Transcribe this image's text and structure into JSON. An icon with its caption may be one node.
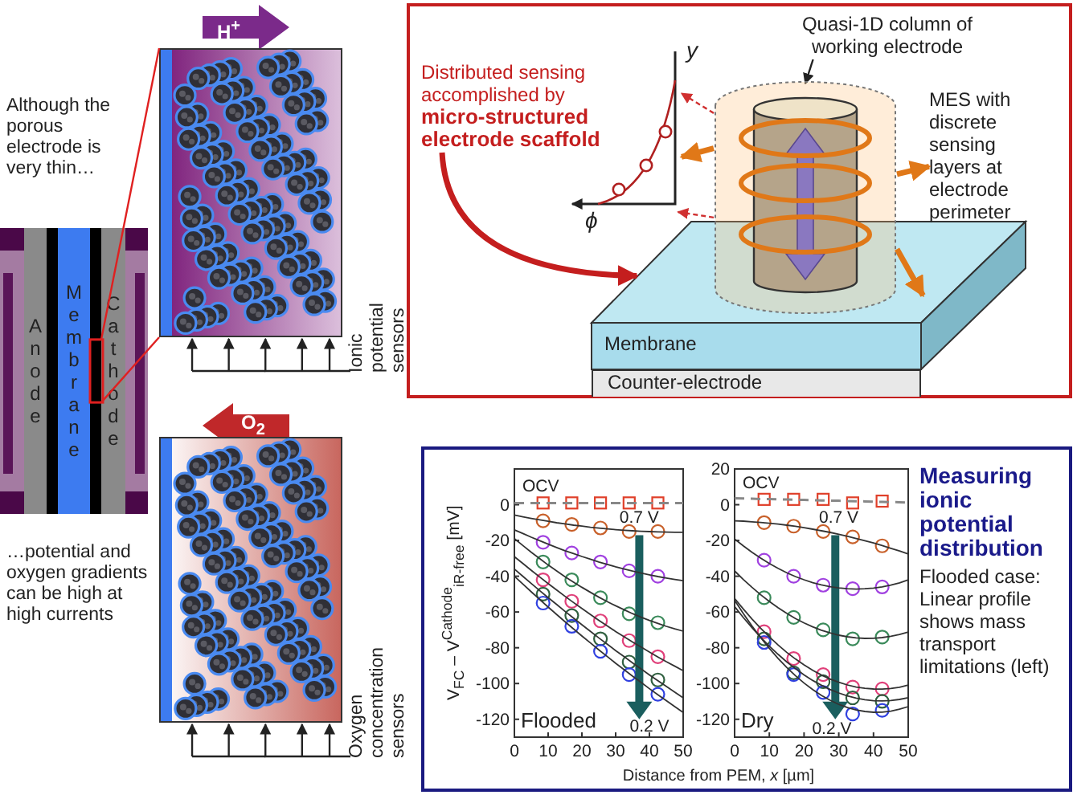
{
  "diagram": {
    "nodes": [
      {
        "text": [
          "Anode"
        ]
      },
      {
        "text": [
          "Membrane"
        ]
      },
      {
        "text": [
          "Cathode"
        ]
      },
      {
        "text": [],
        "shape": "picture"
      },
      {
        "text": [
          "Ionic potential sensors"
        ]
      },
      {
        "text": [],
        "shape": "picture"
      },
      {
        "text": [
          "Oxygen concentration sensors"
        ]
      },
      {
        "text": [
          "Distributed sensing accomplished by **micro-structured electrode scaffold**"
        ]
      },
      {
        "text": [
          "Quasi-1D column of working electrode"
        ]
      },
      {
        "text": [],
        "shape": "cylinder"
      },
      {
        "text": [
          "Membrane"
        ]
      },
      {
        "text": [
          "Counter-electrode"
        ]
      },
      {
        "text": [],
        "shape": "picture"
      },
      {
        "text": [
          "MES with discrete sensing layers at electrode perimeter"
        ]
      }
    ],
    "edges": [
      {
        "from": 2,
        "to": 3,
        "arrow": "none",
        "color": "#e02020"
      },
      {
        "from": 4,
        "to": 3,
        "arrow": "to"
      },
      {
        "from": 6,
        "to": 5,
        "arrow": "to"
      },
      {
        "from": 7,
        "to": 10,
        "arrow": "to",
        "style": "thick",
        "color": "#c41e1e"
      },
      {
        "from": 8,
        "to": 9,
        "arrow": "to"
      },
      {
        "from": 9,
        "to": 12,
        "arrow": "to",
        "style": "thick",
        "color": "#e07818"
      },
      {
        "from": 9,
        "to": 13,
        "arrow": "to",
        "style": "thick",
        "color": "#e07818"
      },
      {
        "from": 9,
        "to": 10,
        "arrow": "to",
        "style": "thick",
        "color": "#e07818"
      },
      {
        "from": 9,
        "to": 12,
        "arrow": "to",
        "style": "dashed",
        "color": "#d03030"
      },
      {
        "from": 9,
        "to": 12,
        "arrow": "to",
        "style": "dashed",
        "color": "#d03030"
      }
    ],
    "labels": [
      "Although the porous electrode is very thin…",
      "H$^{+}$",
      "O$_{2}$",
      "…potential and oxygen gradients can be high at high currents",
      "y",
      "ϕ",
      "Measuring ionic potential distribution",
      "Flooded case: Linear profile shows mass transport limitations (left)",
      "Distance from PEM, *x* [µm]"
    ],
    "chart_data": [
      {
        "type": "scatter",
        "title": "Flooded",
        "ylabel": "V$_{FC}$ – V$^{Cathode}$$_{iR-free}$ [mV]",
        "x": [
          8.5,
          17,
          25.5,
          34,
          42.5
        ],
        "xlim": [
          0,
          50
        ],
        "ylim": [
          -130,
          20
        ],
        "xticks": [
          0,
          10,
          20,
          30,
          40,
          50
        ],
        "yticks": [
          -120,
          -100,
          -80,
          -60,
          -40,
          -20,
          0
        ],
        "annotations": [
          "0.7 V",
          "0.2 V"
        ],
        "series": [
          {
            "name": "OCV",
            "color": "#e0402a",
            "values": [
              1,
              1,
              1,
              1,
              1
            ]
          },
          {
            "color": "#c8602a",
            "values": [
              -9,
              -11,
              -13,
              -15,
              -15
            ]
          },
          {
            "color": "#a040e0",
            "values": [
              -21,
              -27,
              -32,
              -37,
              -40
            ]
          },
          {
            "color": "#3a8a5a",
            "values": [
              -32,
              -42,
              -52,
              -61,
              -66
            ]
          },
          {
            "color": "#e0407a",
            "values": [
              -42,
              -54,
              -65,
              -76,
              -85
            ]
          },
          {
            "color": "#306040",
            "values": [
              -50,
              -62,
              -75,
              -88,
              -98
            ]
          },
          {
            "color": "#3040e0",
            "values": [
              -55,
              -68,
              -82,
              -95,
              -106
            ]
          }
        ]
      },
      {
        "type": "scatter",
        "title": "Dry",
        "x": [
          8.5,
          17,
          25.5,
          34,
          42.5
        ],
        "xlim": [
          0,
          50
        ],
        "ylim": [
          -130,
          20
        ],
        "xticks": [
          0,
          10,
          20,
          30,
          40,
          50
        ],
        "yticks": [
          -120,
          -100,
          -80,
          -60,
          -40,
          -20,
          0,
          20
        ],
        "annotations": [
          "0.7 V",
          "0.2 V"
        ],
        "series": [
          {
            "name": "OCV",
            "color": "#e0402a",
            "values": [
              3,
              3,
              3,
              1,
              2
            ]
          },
          {
            "color": "#c8602a",
            "values": [
              -10,
              -12,
              -15,
              -18,
              -23
            ]
          },
          {
            "color": "#a040e0",
            "values": [
              -31,
              -40,
              -45,
              -47,
              -46
            ]
          },
          {
            "color": "#3a8a5a",
            "values": [
              -52,
              -63,
              -70,
              -75,
              -74
            ]
          },
          {
            "color": "#e0407a",
            "values": [
              -71,
              -86,
              -95,
              -102,
              -103
            ]
          },
          {
            "color": "#306040",
            "values": [
              -75,
              -94,
              -99,
              -108,
              -110
            ]
          },
          {
            "color": "#3040e0",
            "values": [
              -77,
              -95,
              -105,
              -117,
              -115
            ]
          }
        ]
      }
    ]
  }
}
